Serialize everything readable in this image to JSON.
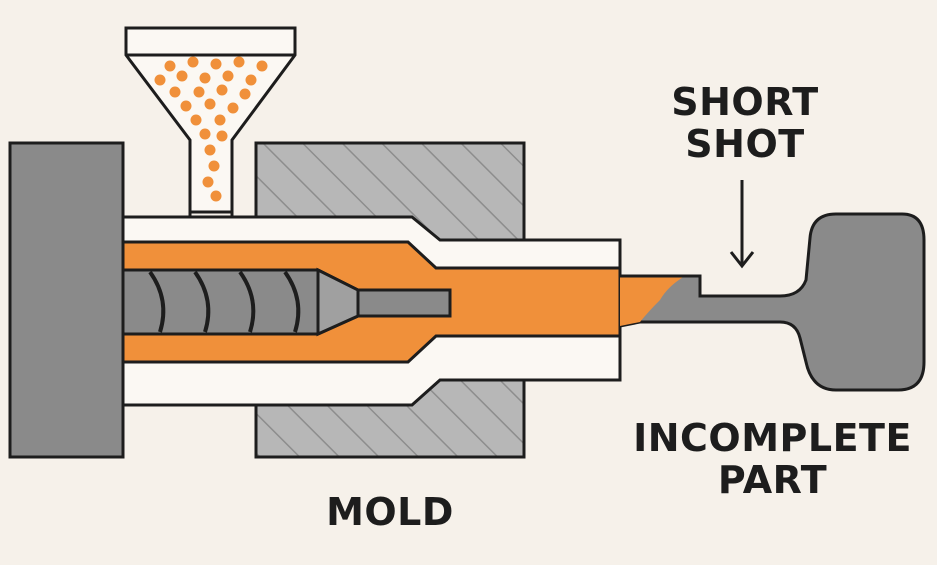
{
  "labels": {
    "short_shot": [
      "SHORT",
      "SHOT"
    ],
    "incomplete_part": [
      "INCOMPLETE",
      "PART"
    ],
    "mold": "MOLD"
  },
  "colors": {
    "background": "#f6f1ea",
    "outline": "#1d1d1d",
    "steel": "#8a8a8a",
    "mold_fill": "#b7b7b7",
    "melt": "#f0903a",
    "pellet": "#f0903a",
    "channel": "#fbf8f3"
  },
  "icons": {
    "hopper": "funnel-icon",
    "arrow": "arrow-down-icon"
  }
}
